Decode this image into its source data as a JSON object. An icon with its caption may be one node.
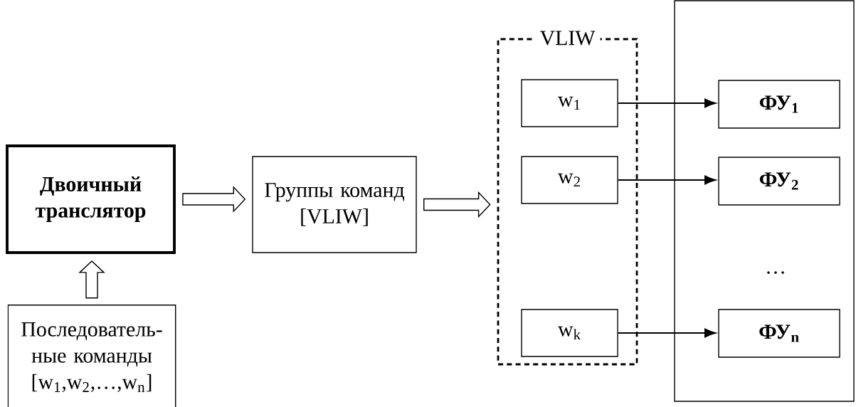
{
  "diagram": {
    "nodes": [
      {
        "text": [
          "Двоичный транслятор"
        ]
      },
      {
        "text": [
          "Последователь-ные команды [w$_{1}$,w$_{2}$,…,w$_{n}$]"
        ]
      },
      {
        "text": [
          "Группы команд [VLIW]"
        ]
      },
      {
        "text": [
          "VLIW"
        ]
      },
      {
        "text": [
          "w$_{1}$"
        ],
        "in": 3
      },
      {
        "text": [
          "w$_{2}$"
        ],
        "in": 3
      },
      {
        "text": [
          "w$_{k}$"
        ],
        "in": 3
      },
      {
        "text": [],
        "shape": "box"
      },
      {
        "text": [
          "ФУ$_{1}$"
        ],
        "in": 7
      },
      {
        "text": [
          "ФУ$_{2}$"
        ],
        "in": 7
      },
      {
        "text": [
          "ФУ$_{n}$"
        ],
        "in": 7
      }
    ],
    "edges": [
      {
        "from": 1,
        "to": 0,
        "arrow": "to",
        "style": "thick"
      },
      {
        "from": 0,
        "to": 2,
        "arrow": "to",
        "style": "thick"
      },
      {
        "from": 2,
        "to": 3,
        "arrow": "to",
        "style": "thick"
      },
      {
        "from": 4,
        "to": 8,
        "arrow": "to"
      },
      {
        "from": 5,
        "to": 9,
        "arrow": "to"
      },
      {
        "from": 6,
        "to": 10,
        "arrow": "to"
      }
    ],
    "labels": [
      "…"
    ]
  }
}
